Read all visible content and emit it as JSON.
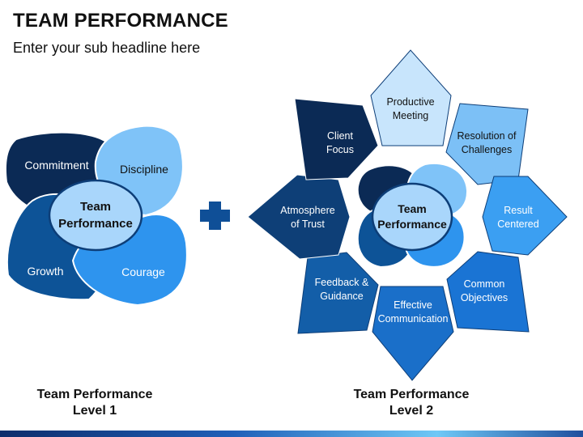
{
  "header": {
    "title": "TEAM PERFORMANCE",
    "subtitle": "Enter your sub headline here"
  },
  "level1": {
    "center_label": [
      "Team",
      "Performance"
    ],
    "petals": [
      {
        "label": "Commitment",
        "color": "#0b2a55"
      },
      {
        "label": "Discipline",
        "color": "#7fc3f8"
      },
      {
        "label": "Growth",
        "color": "#0d5397"
      },
      {
        "label": "Courage",
        "color": "#2e94ee"
      }
    ],
    "center_color": "#a9d6fb",
    "caption": [
      "Team Performance",
      "Level 1"
    ]
  },
  "plus_icon": {
    "color": "#0f4f97"
  },
  "level2": {
    "center_label": [
      "Team",
      "Performance"
    ],
    "center_color": "#a9d6fb",
    "petals": [
      {
        "label": [
          "Productive",
          "Meeting"
        ],
        "color": "#c8e5fc"
      },
      {
        "label": [
          "Resolution of",
          "Challenges"
        ],
        "color": "#7cc0f6"
      },
      {
        "label": [
          "Result",
          "Centered"
        ],
        "color": "#3b9ff2"
      },
      {
        "label": [
          "Common",
          "Objectives"
        ],
        "color": "#1a74d4"
      },
      {
        "label": [
          "Effective",
          "Communication"
        ],
        "color": "#1a6fc9"
      },
      {
        "label": [
          "Feedback &",
          "Guidance"
        ],
        "color": "#135ea8"
      },
      {
        "label": [
          "Atmosphere",
          "of Trust"
        ],
        "color": "#0e3f77"
      },
      {
        "label": [
          "Client",
          "Focus"
        ],
        "color": "#0b2a55"
      }
    ],
    "caption": [
      "Team Performance",
      "Level 2"
    ]
  },
  "bottom_bar_colors": [
    "#0d2d6b",
    "#1f5fb8",
    "#6fc8f6"
  ]
}
